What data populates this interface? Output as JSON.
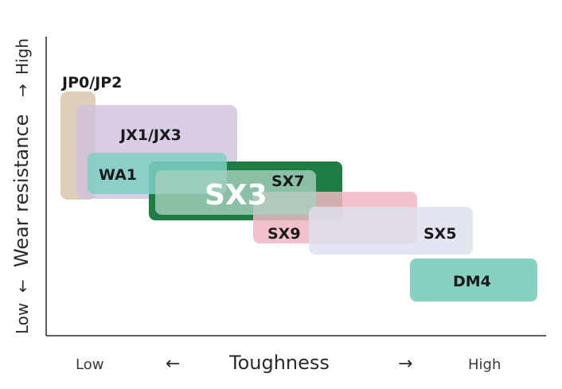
{
  "x_axis": {
    "low": "Low",
    "left_arrow": "←",
    "title": "Toughness",
    "right_arrow": "→",
    "high": "High"
  },
  "y_axis": {
    "low": "Low",
    "bottom_arrow": "←",
    "title": "Wear resistance",
    "top_arrow": "→",
    "high": "High"
  },
  "grades": {
    "jp0_jp2": {
      "label": "JP0/JP2",
      "color": "#d9c6ae"
    },
    "jx1_jx3": {
      "label": "JX1/JX3",
      "color": "#cfc2df"
    },
    "wa1": {
      "label": "WA1",
      "color": "#7ccfc3"
    },
    "sx7": {
      "label": "SX7",
      "color": "#1d7d43"
    },
    "sx3": {
      "label": "SX3",
      "color": "#a8cfbf"
    },
    "sx9": {
      "label": "SX9",
      "color": "#f1b6c2"
    },
    "sx5": {
      "label": "SX5",
      "color": "#dde1ee"
    },
    "dm4": {
      "label": "DM4",
      "color": "#86d1c1"
    }
  }
}
